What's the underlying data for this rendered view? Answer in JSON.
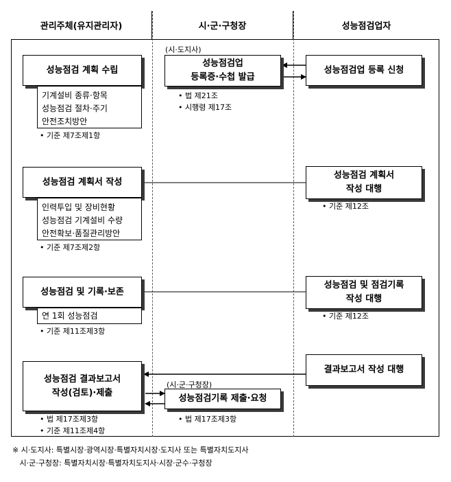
{
  "columns": {
    "left": "관리주체(유지관리자)",
    "center": "시·군·구청장",
    "right": "성능점검업자"
  },
  "left": {
    "box1": "성능점검 계획 수립",
    "box1_details": [
      "기계설비 종류·항목",
      "성능점검 절차·주기",
      "안전조치방안"
    ],
    "box1_notes": [
      "• 기준 제7조제1항"
    ],
    "box2": "성능점검 계획서 작성",
    "box2_details": [
      "인력투입 및 장비현황",
      "성능점검 기계설비 수량",
      "안전확보·품질관리방안"
    ],
    "box2_notes": [
      "• 기준 제7조제2항"
    ],
    "box3": "성능점검 및 기록·보존",
    "box3_details": [
      "연 1회 성능점검"
    ],
    "box3_notes": [
      "• 기준 제11조제3항"
    ],
    "box4": "성능점검 결과보고서\n작성(검토)·제출",
    "box4_notes": [
      "• 법 제17조제3항",
      "• 기준 제11조제4항"
    ]
  },
  "center": {
    "box1_tag": "(시·도지사)",
    "box1": "성능점검업\n등록증·수첩 발급",
    "box1_notes": [
      "• 법 제21조",
      "• 시행령 제17조"
    ],
    "box2_tag": "(시·군·구청장)",
    "box2": "성능점검기록 제출·요청",
    "box2_notes": [
      "• 법 제17조제3항"
    ]
  },
  "right": {
    "box1": "성능점검업 등록 신청",
    "box2": "성능점검 계획서\n작성 대행",
    "box2_notes": [
      "• 기준 제12조"
    ],
    "box3": "성능점검 및 점검기록\n작성 대행",
    "box3_notes": [
      "• 기준 제12조"
    ],
    "box4": "결과보고서 작성 대행"
  },
  "footnote": [
    "※ 시·도지사: 특별시장·광역시장·특별자치시장·도지사 또는 특별자치도지사",
    "   시·군·구청장: 특별자치시장·특별자치도지사·시장·군수·구청장"
  ]
}
